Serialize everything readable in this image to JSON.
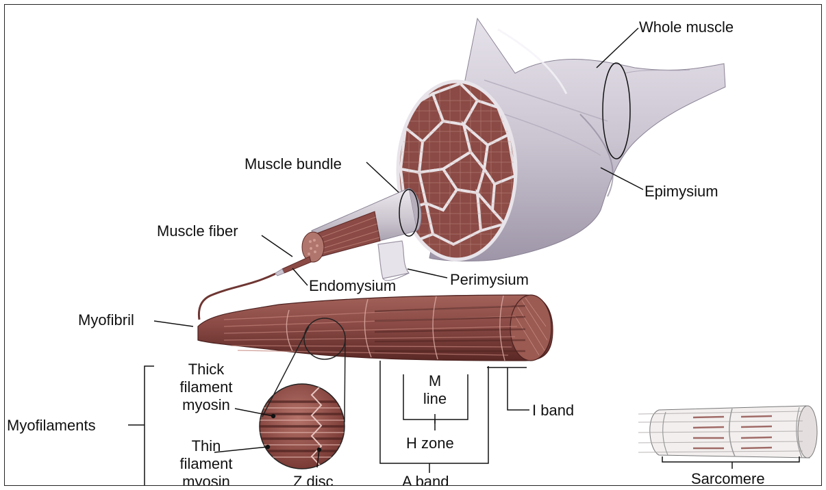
{
  "labels": {
    "whole_muscle": "Whole muscle",
    "muscle_bundle": "Muscle bundle",
    "epimysium": "Epimysium",
    "muscle_fiber": "Muscle fiber",
    "perimysium": "Perimysium",
    "endomysium": "Endomysium",
    "myofibril": "Myofibril",
    "thick_filament": [
      "Thick",
      "filament",
      "myosin"
    ],
    "myofilaments": "Myofilaments",
    "thin_filament": [
      "Thin",
      "filament",
      "myosin"
    ],
    "z_disc": "Z disc",
    "m_line": [
      "M",
      "line"
    ],
    "h_zone": "H zone",
    "a_band": "A band",
    "i_band": "I band",
    "sarcomere": "Sarcomere"
  },
  "colors": {
    "muscle": "#8b4a45",
    "muscle_dark": "#5e2a27",
    "muscle_light": "#b07068",
    "sheath": "#d8d4dc",
    "sheath_shadow": "#a9a2b2",
    "line": "#111111"
  }
}
